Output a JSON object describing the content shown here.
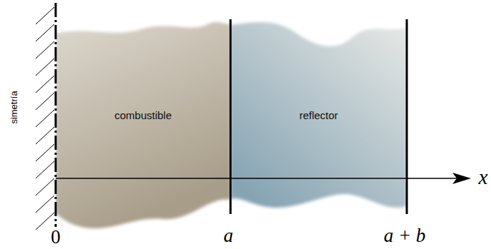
{
  "diagram": {
    "nodes": [
      {
        "text": [
          "combustible"
        ]
      },
      {
        "text": [
          "reflector"
        ]
      }
    ],
    "labels": [
      "simetría",
      "0",
      "a",
      "a + b",
      "x"
    ]
  }
}
